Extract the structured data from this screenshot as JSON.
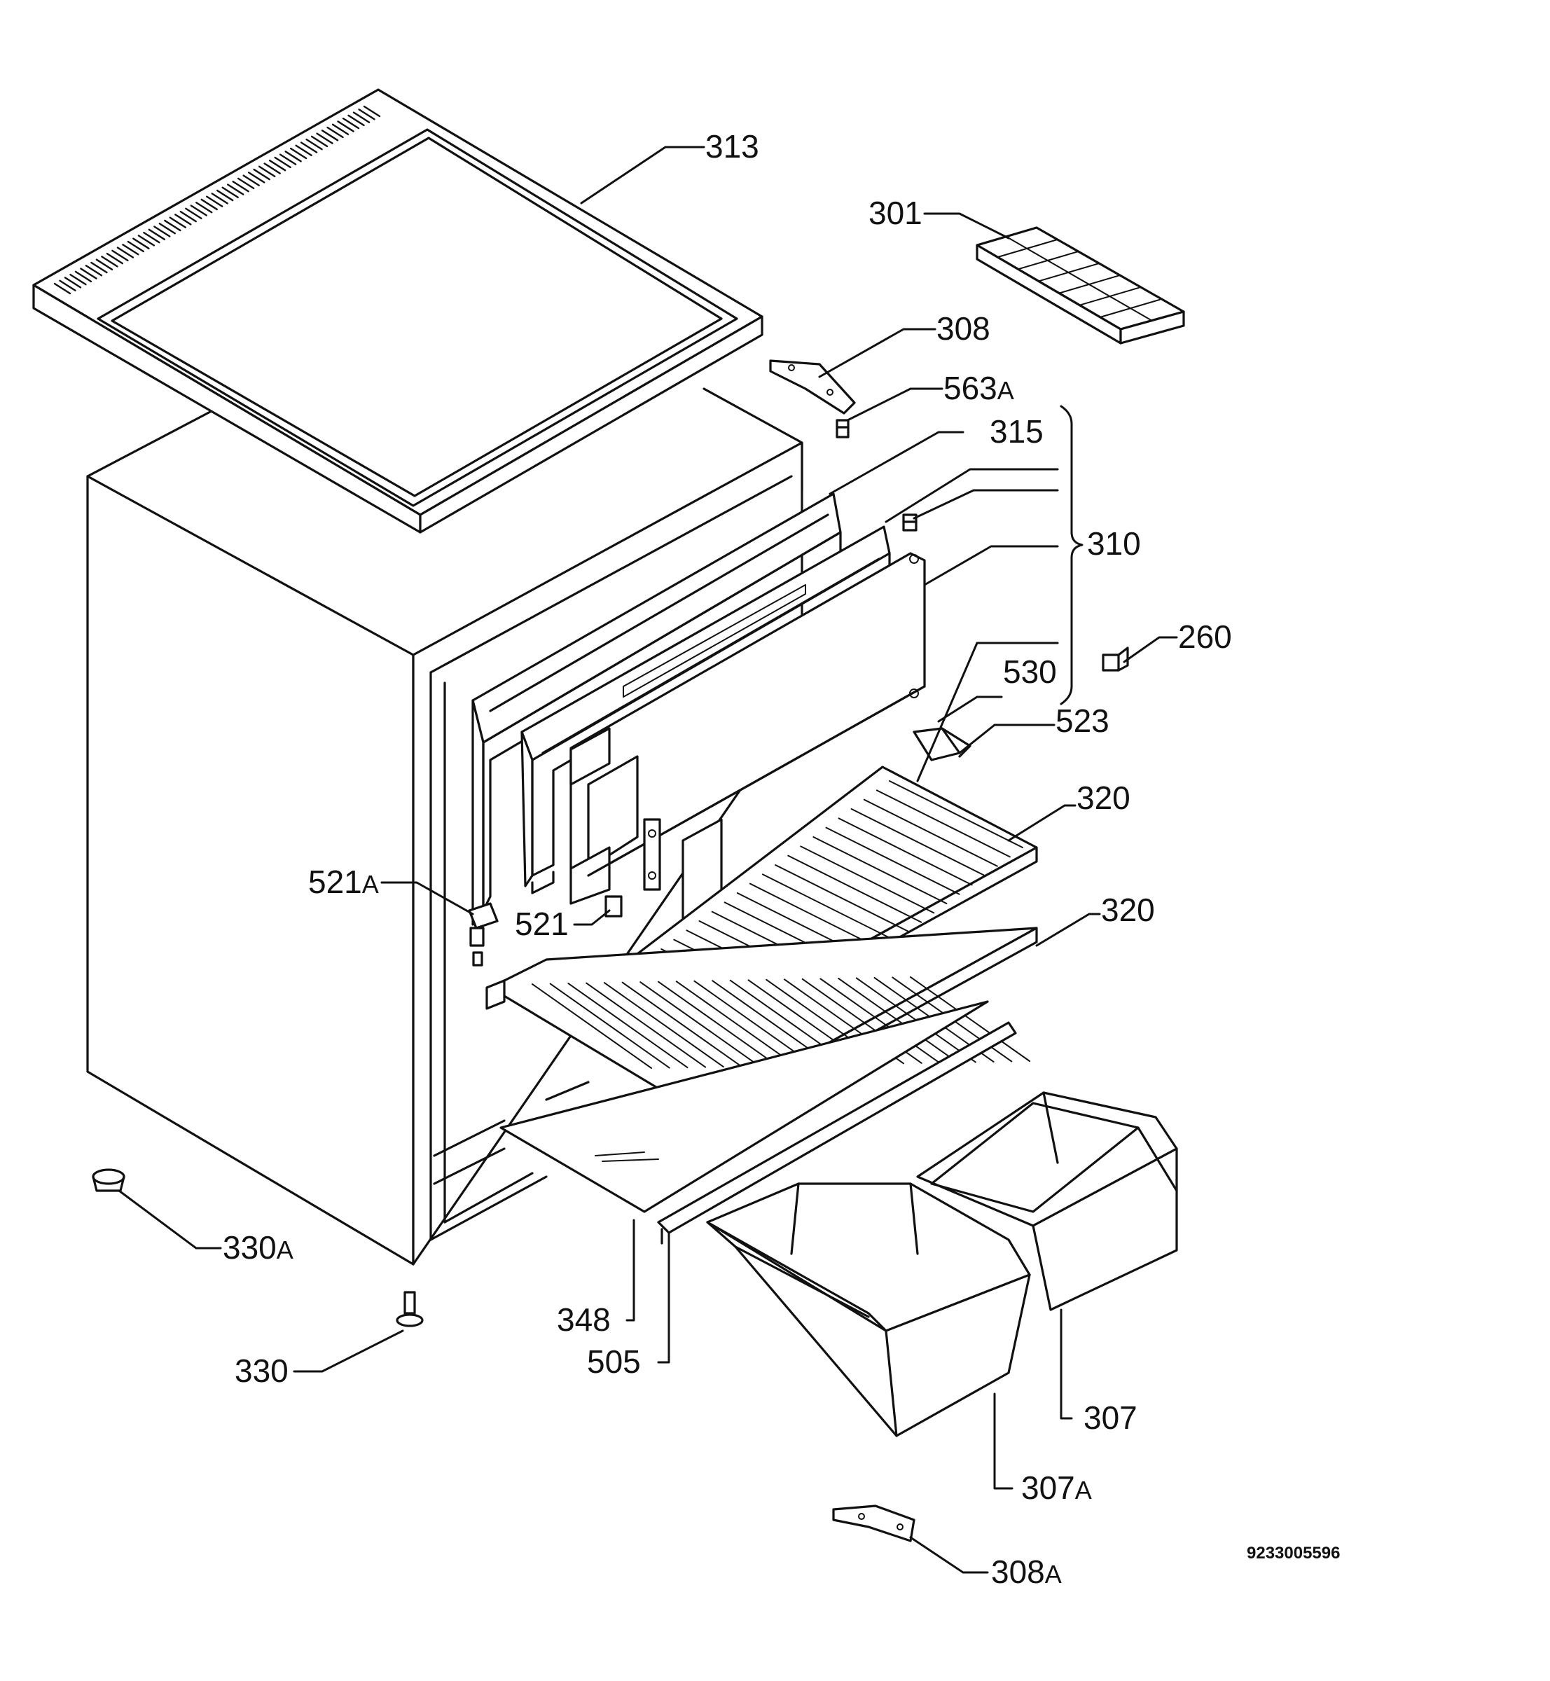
{
  "labels": {
    "p313": {
      "num": "313",
      "suffix": ""
    },
    "p301": {
      "num": "301",
      "suffix": ""
    },
    "p308": {
      "num": "308",
      "suffix": ""
    },
    "p563a": {
      "num": "563",
      "suffix": "A"
    },
    "p315": {
      "num": "315",
      "suffix": ""
    },
    "p310": {
      "num": "310",
      "suffix": ""
    },
    "p260": {
      "num": "260",
      "suffix": ""
    },
    "p530": {
      "num": "530",
      "suffix": ""
    },
    "p523": {
      "num": "523",
      "suffix": ""
    },
    "p320a": {
      "num": "320",
      "suffix": ""
    },
    "p320b": {
      "num": "320",
      "suffix": ""
    },
    "p521a": {
      "num": "521",
      "suffix": "A"
    },
    "p521": {
      "num": "521",
      "suffix": ""
    },
    "p330a": {
      "num": "330",
      "suffix": "A"
    },
    "p330": {
      "num": "330",
      "suffix": ""
    },
    "p348": {
      "num": "348",
      "suffix": ""
    },
    "p505": {
      "num": "505",
      "suffix": ""
    },
    "p307": {
      "num": "307",
      "suffix": ""
    },
    "p307a": {
      "num": "307",
      "suffix": "A"
    },
    "p308a": {
      "num": "308",
      "suffix": "A"
    }
  },
  "document_number": "9233005596"
}
